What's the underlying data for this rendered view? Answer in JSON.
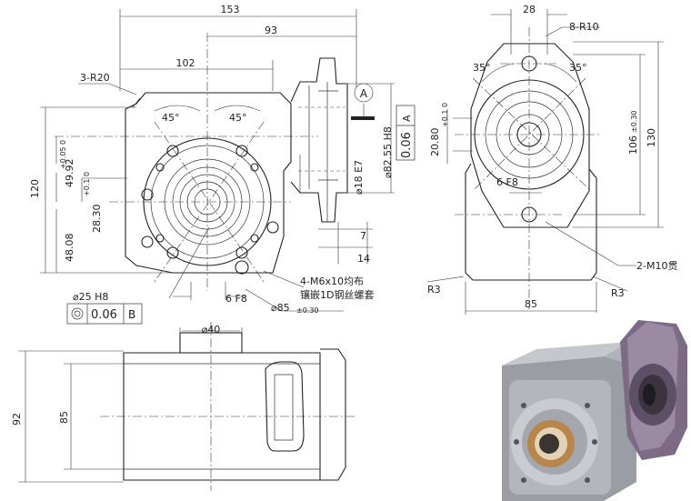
{
  "top_left": {
    "d153": "153",
    "d93": "93",
    "d102": "102",
    "r20": "3-R20",
    "ang_left": "45°",
    "ang_right": "45°",
    "d120": "120",
    "d49_92": "49.92",
    "d49_92_tol": "+0.05\n0",
    "d28_30": "28.30",
    "d28_30_tol": "+0.1\n0",
    "d48_08": "48.08",
    "datum_a": "A",
    "dia_82_55": "⌀82.55 H8",
    "tol_val": "0.06",
    "tol_ref": "A",
    "dia_18": "⌀18 E7",
    "d7": "7",
    "d14": "14",
    "note_line1": "4-M6x10均布",
    "note_line2": "镶嵌1D钢丝螺套",
    "d6f8": "6 F8",
    "dia85": "⌀85",
    "dia85_tol": "±0.30",
    "dia25": "⌀25 H8",
    "tol2_val": "0.06",
    "tol2_ref": "B"
  },
  "top_right": {
    "d28": "28",
    "r10": "8-R10",
    "ang_l": "35°",
    "ang_r": "35°",
    "d20_80": "20.80",
    "d20_80_tol": "+0.1\n0",
    "d6f8": "6 F8",
    "d106": "106",
    "d106_tol": "±0.30",
    "d130": "130",
    "m10": "2-M10贯",
    "r3_left": "R3",
    "r3_right": "R3",
    "d85": "85"
  },
  "bottom_left": {
    "dia40": "⌀40",
    "d92": "92",
    "d85": "85"
  },
  "colors": {
    "line": "#222222",
    "render_body": "#8a8d93",
    "render_purple": "#7d6b86",
    "render_bronze": "#b8864b"
  },
  "icons": {
    "flatness_symbol": "circle-in-box"
  }
}
